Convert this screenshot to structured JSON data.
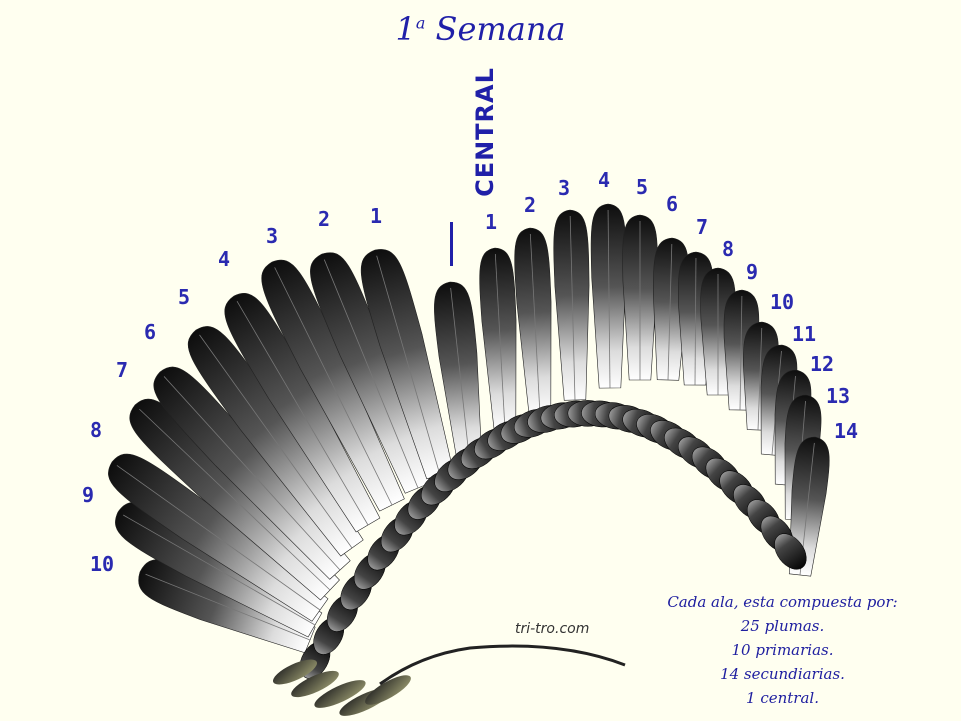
{
  "title": {
    "main": "1",
    "sup": "a",
    "rest": " Semana"
  },
  "central_label": "CENTRAL",
  "left_labels": [
    "10",
    "9",
    "8",
    "7",
    "6",
    "5",
    "4",
    "3",
    "2",
    "1"
  ],
  "right_labels": [
    "1",
    "2",
    "3",
    "4",
    "5",
    "6",
    "7",
    "8",
    "9",
    "10",
    "11",
    "12",
    "13",
    "14"
  ],
  "credit": "tri-tro.com",
  "notes": [
    "Cada ala, esta compuesta por:",
    "25 plumas.",
    "10 primarias.",
    "14 secundiarias.",
    "1 central."
  ],
  "colors": {
    "text": "#2020a8",
    "background": "#fffff0",
    "feather_dark": "#111111",
    "feather_light": "#ffffff"
  }
}
